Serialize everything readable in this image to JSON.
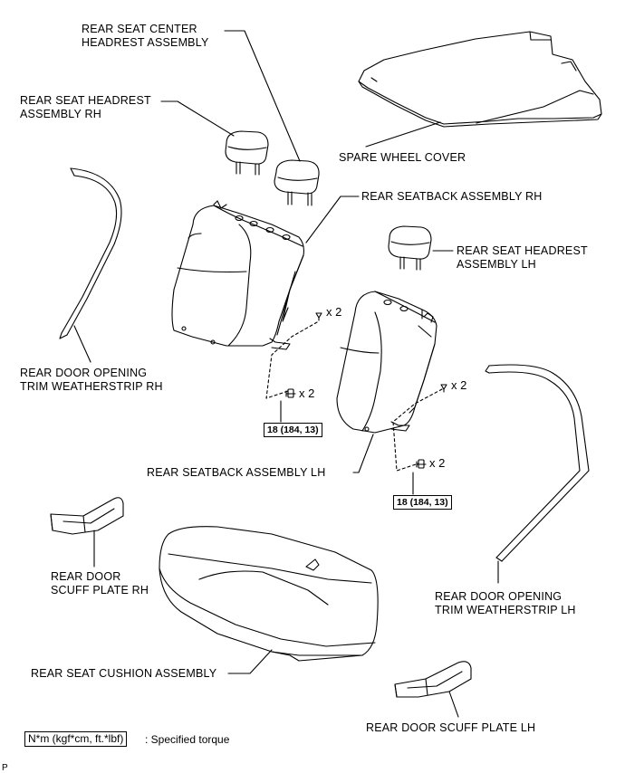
{
  "labels": {
    "center_headrest": [
      "REAR SEAT CENTER",
      "HEADREST ASSEMBLY"
    ],
    "headrest_rh": [
      "REAR SEAT HEADREST",
      "ASSEMBLY RH"
    ],
    "spare_wheel_cover": [
      "SPARE WHEEL COVER"
    ],
    "seatback_rh": [
      "REAR SEATBACK ASSEMBLY RH"
    ],
    "headrest_lh": [
      "REAR SEAT HEADREST",
      "ASSEMBLY LH"
    ],
    "weatherstrip_rh": [
      "REAR DOOR OPENING",
      "TRIM WEATHERSTRIP RH"
    ],
    "seatback_lh": [
      "REAR SEATBACK ASSEMBLY LH"
    ],
    "scuff_plate_rh": [
      "REAR DOOR",
      "SCUFF PLATE RH"
    ],
    "weatherstrip_lh": [
      "REAR DOOR OPENING",
      "TRIM WEATHERSTRIP LH"
    ],
    "cushion": [
      "REAR SEAT CUSHION ASSEMBLY"
    ],
    "scuff_plate_lh": [
      "REAR DOOR SCUFF PLATE LH"
    ]
  },
  "quantities": {
    "clip_rh": "x 2",
    "bolt_rh": "x 2",
    "clip_lh": "x 2",
    "bolt_lh": "x 2"
  },
  "torque": {
    "rh": "18 (184, 13)",
    "lh": "18 (184, 13)"
  },
  "legend": {
    "box": "N*m (kgf*cm, ft.*lbf)",
    "text": ": Specified torque"
  },
  "figure_code": "P"
}
